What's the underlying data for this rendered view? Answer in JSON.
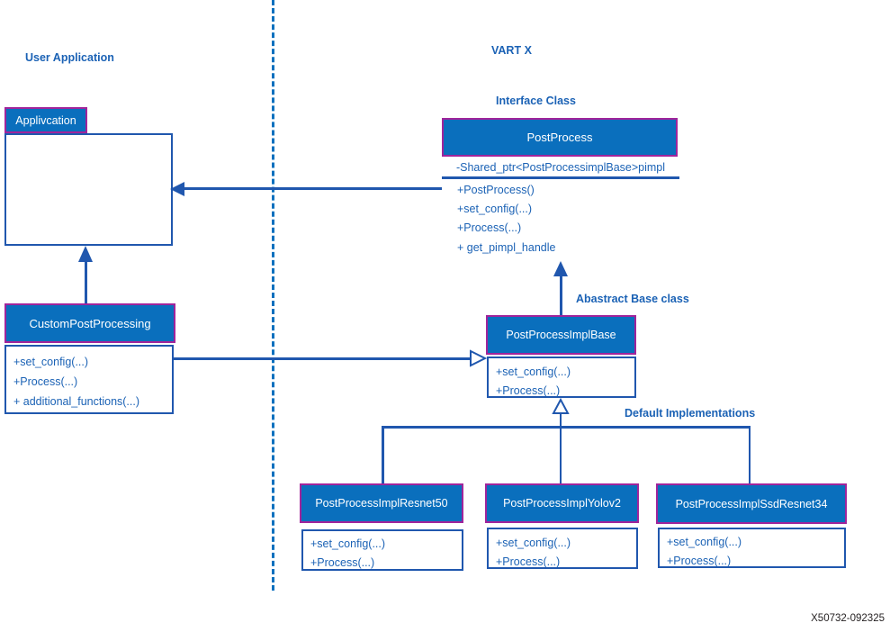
{
  "palette": {
    "box_fill": "#0a6fbd",
    "header_border": "#a0249b",
    "line_color": "#2057ae",
    "text_color": "#1b62b5",
    "dashed_color": "#0a70be",
    "footnote_color": "#231f20"
  },
  "labels": {
    "user_application": "User Application",
    "vart_x": "VART X",
    "interface_class": "Interface Class",
    "abstract_base_class": "Abastract Base class",
    "default_implementations": "Default Implementations",
    "footnote": "X50732-092325"
  },
  "classes": {
    "application": {
      "title": "Applivcation"
    },
    "custom_post_processing": {
      "title": "CustomPostProcessing",
      "methods": [
        "+set_config(...)",
        "+Process(...)",
        "+ additional_functions(...)"
      ]
    },
    "post_process": {
      "title": "PostProcess",
      "attribute": "-Shared_ptr<PostProcessimplBase>pimpl",
      "methods": [
        "+PostProcess()",
        "+set_config(...)",
        "+Process(...)",
        "+ get_pimpl_handle"
      ]
    },
    "post_process_impl_base": {
      "title": "PostProcessImplBase",
      "methods": [
        "+set_config(...)",
        "+Process(...)"
      ]
    },
    "impl_resnet50": {
      "title": "PostProcessImplResnet50",
      "methods": [
        "+set_config(...)",
        "+Process(...)"
      ]
    },
    "impl_yolov2": {
      "title": "PostProcessImplYolov2",
      "methods": [
        "+set_config(...)",
        "+Process(...)"
      ]
    },
    "impl_ssd_resnet34": {
      "title": "PostProcessImplSsdResnet34",
      "methods": [
        "+set_config(...)",
        "+Process(...)"
      ]
    }
  }
}
